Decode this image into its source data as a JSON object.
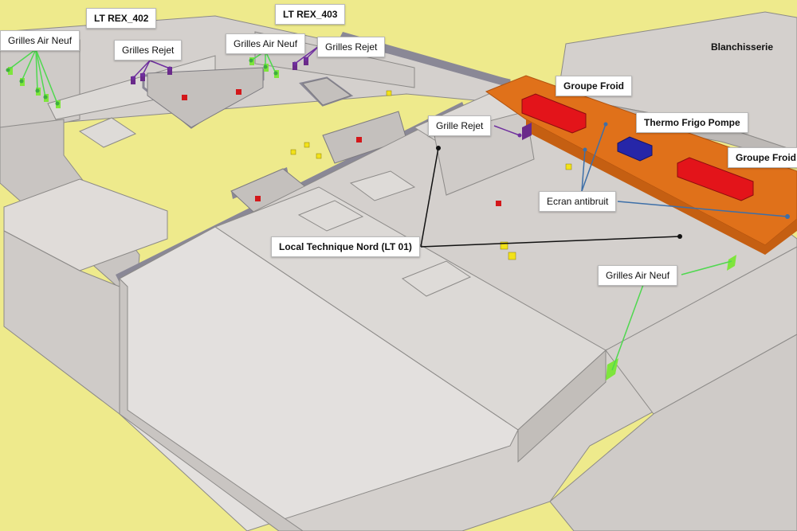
{
  "labels": {
    "lt_rex_402": "LT REX_402",
    "lt_rex_403": "LT REX_403",
    "grilles_air_neuf_left": "Grilles Air Neuf",
    "grilles_rejet_1": "Grilles Rejet",
    "grilles_air_neuf_mid": "Grilles Air Neuf",
    "grilles_rejet_2": "Grilles Rejet",
    "blanchisserie": "Blanchisserie",
    "groupe_froid_1": "Groupe Froid",
    "thermo_frigo_pompe": "Thermo Frigo Pompe",
    "groupe_froid_2": "Groupe Froid",
    "grille_rejet": "Grille Rejet",
    "ecran_antibruit": "Ecran antibruit",
    "local_technique_nord": "Local Technique Nord (LT 01)",
    "grilles_air_neuf_right": "Grilles Air Neuf"
  },
  "colors": {
    "background": "#eeea8c",
    "building": "#d4d0cd",
    "roof_wall": "#e3e0de",
    "parapet": "#8a8896",
    "screen_orange": "#e0711a",
    "groupe_froid": "#e3141a",
    "thermo_pompe": "#2626a8",
    "grille_air_neuf": "#7ee53c",
    "grille_rejet": "#6a2a8a",
    "extract_red": "#d3171a",
    "extract_yellow": "#f2e21a",
    "leader_green": "#4fd84f",
    "leader_purple": "#6f2f9f",
    "leader_blue": "#3d6fa8",
    "leader_black": "#111111"
  }
}
